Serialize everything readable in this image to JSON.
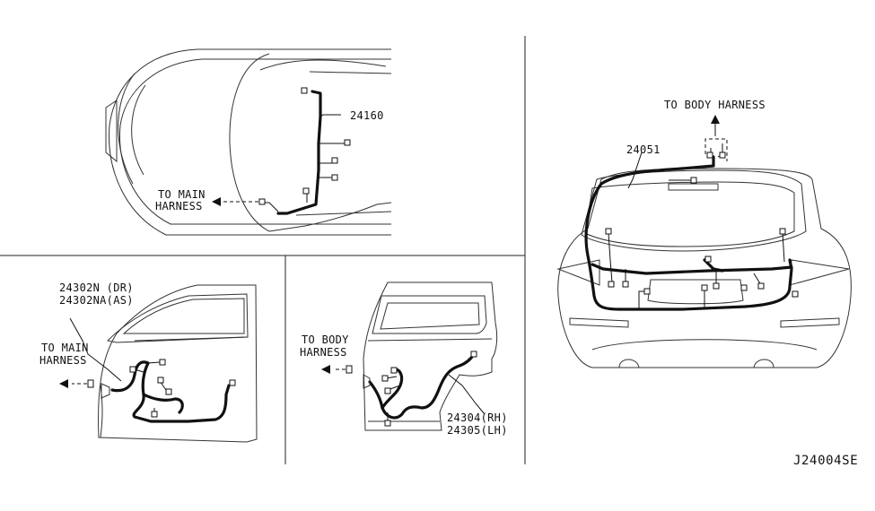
{
  "diagram": {
    "code": "J24004SE",
    "top_left_panel": {
      "part_number": "24160",
      "to_main_harness_line1": "TO MAIN",
      "to_main_harness_line2": "HARNESS"
    },
    "front_door_panel": {
      "part_number_dr": "24302N (DR)",
      "part_number_as": "24302NA(AS)",
      "to_main_harness_line1": "TO MAIN",
      "to_main_harness_line2": "HARNESS"
    },
    "rear_door_panel": {
      "to_body_harness_line1": "TO BODY",
      "to_body_harness_line2": "HARNESS",
      "part_number_rh": "24304(RH)",
      "part_number_lh": "24305(LH)"
    },
    "back_door_panel": {
      "to_body_harness": "TO BODY HARNESS",
      "part_number": "24051"
    }
  }
}
